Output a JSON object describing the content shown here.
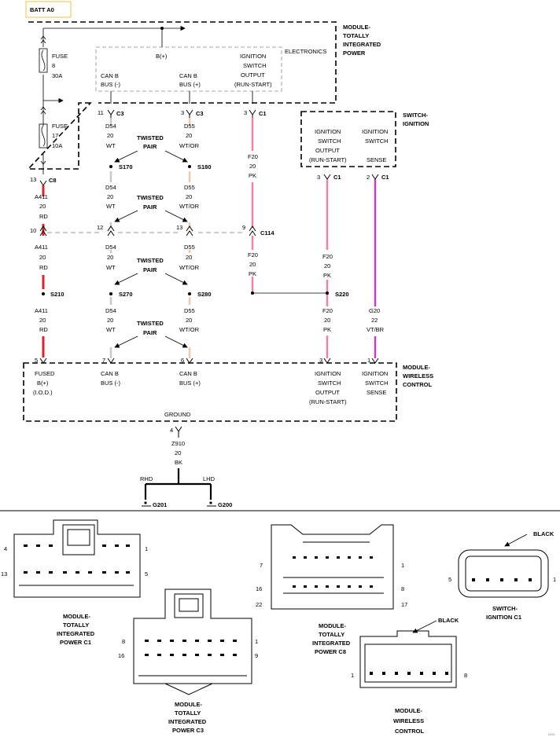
{
  "colors": {
    "red": "#e0202a",
    "gray": "#c8c8c8",
    "tan": "#f0c8a8",
    "pink": "#f080a8",
    "violet": "#c040c0",
    "black": "#000000"
  },
  "batt_label": "BATT A0",
  "modules": {
    "tipm": {
      "title": [
        "MODULE-",
        "TOTALLY",
        "INTEGRATED",
        "POWER"
      ],
      "electronics": "ELECTRONICS",
      "bplus": "B(+)",
      "canb_minus": [
        "CAN B",
        "BUS (-)"
      ],
      "canb_plus": [
        "CAN B",
        "BUS (+)"
      ],
      "ign_out": [
        "IGNITION",
        "SWITCH",
        "OUTPUT",
        "(RUN-START)"
      ],
      "fuse8": [
        "FUSE",
        "8",
        "30A"
      ],
      "fuse17": [
        "FUSE",
        "17",
        "10A"
      ]
    },
    "switch": {
      "title": [
        "SWITCH-",
        "IGNITION"
      ],
      "ign_out": [
        "IGNITION",
        "SWITCH",
        "OUTPUT",
        "(RUN-START)"
      ],
      "ign_sense": [
        "IGNITION",
        "SWITCH",
        "SENSE"
      ]
    },
    "wcm": {
      "title": [
        "MODULE-",
        "WIRELESS",
        "CONTROL"
      ],
      "fused": [
        "FUSED",
        "B(+)",
        "(I.O.D.)"
      ],
      "canb_minus": [
        "CAN B",
        "BUS (-)"
      ],
      "canb_plus": [
        "CAN B",
        "BUS (+)"
      ],
      "ign_out": [
        "IGNITION",
        "SWITCH",
        "OUTPUT",
        "(RUN-START)"
      ],
      "ign_sense": [
        "IGNITION",
        "SWITCH",
        "SENSE"
      ],
      "ground": "GROUND"
    }
  },
  "pins": {
    "p11": "11",
    "c3a": "C3",
    "p3a": "3",
    "c3b": "C3",
    "p3b": "3",
    "c1a": "C1",
    "p13": "13",
    "c8": "C8",
    "p3s": "3",
    "c1s": "C1",
    "p2s": "2",
    "c1t": "C1",
    "p10": "10",
    "p12": "12",
    "p13b": "13",
    "p9": "9",
    "c114": "C114",
    "p5": "5",
    "p7": "7",
    "p6": "6",
    "p3w": "3",
    "p1w": "1",
    "p4": "4"
  },
  "wires": {
    "a411": [
      "A411",
      "20",
      "RD"
    ],
    "d54": [
      "D54",
      "20",
      "WT"
    ],
    "d55": [
      "D55",
      "20",
      "WT/OR"
    ],
    "f20": [
      "F20",
      "20",
      "PK"
    ],
    "g20": [
      "G20",
      "22",
      "VT/BR"
    ],
    "z910": [
      "Z910",
      "20",
      "BK"
    ]
  },
  "twisted_pair": [
    "TWISTED",
    "PAIR"
  ],
  "splices": {
    "s170": "S170",
    "s180": "S180",
    "s210": "S210",
    "s270": "S270",
    "s280": "S280",
    "s220": "S220"
  },
  "ground": {
    "rhd": "RHD",
    "lhd": "LHD",
    "g201": "G201",
    "g200": "G200"
  },
  "connectors": {
    "tipm_c1": {
      "title": [
        "MODULE-",
        "TOTALLY",
        "INTEGRATED",
        "POWER C1"
      ],
      "pins": [
        "4",
        "1",
        "13",
        "5"
      ]
    },
    "tipm_c3": {
      "title": [
        "MODULE-",
        "TOTALLY",
        "INTEGRATED",
        "POWER C3"
      ],
      "pins": [
        "8",
        "1",
        "16",
        "9"
      ]
    },
    "tipm_c8": {
      "title": [
        "MODULE-",
        "TOTALLY",
        "INTEGRATED",
        "POWER C8"
      ],
      "pins": [
        "7",
        "1",
        "16",
        "8",
        "22",
        "17"
      ]
    },
    "wcm": {
      "title": [
        "MODULE-",
        "WIRELESS",
        "CONTROL"
      ],
      "pins": [
        "1",
        "8"
      ],
      "color": "BLACK"
    },
    "switch_c1": {
      "title": [
        "SWITCH-",
        "IGNITION C1"
      ],
      "pins": [
        "5",
        "1"
      ],
      "color": "BLACK"
    }
  },
  "ref": "6461"
}
